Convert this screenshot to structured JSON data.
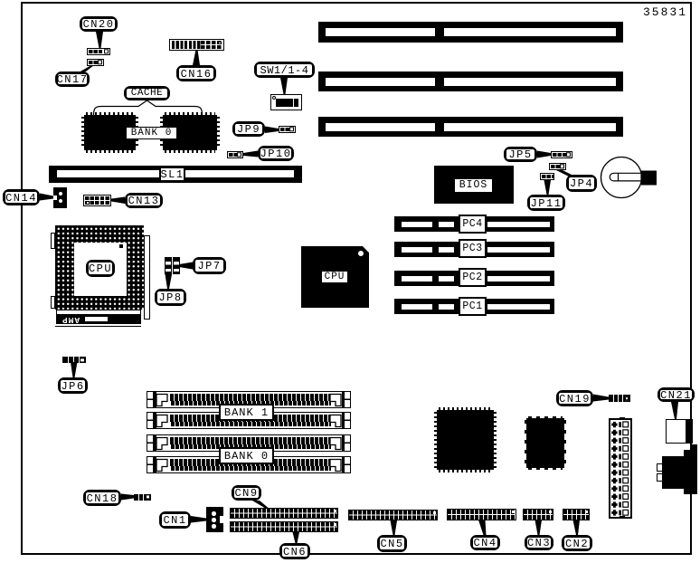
{
  "part_number": "35831",
  "colors": {
    "ink": "#000000",
    "paper": "#ffffff"
  },
  "labels": {
    "cn20": "CN20",
    "cn17": "CN17",
    "cn16": "CN16",
    "sw1": "SW1/1-4",
    "cache": "CACHE",
    "bank0_chips": "BANK 0",
    "jp9": "JP9",
    "jp10": "JP10",
    "sl1": "SL1",
    "cn14": "CN14",
    "cn13": "CN13",
    "cpu_socket": "CPU",
    "jp7": "JP7",
    "jp8": "JP8",
    "cpu_chip": "CPU",
    "bios": "BIOS",
    "jp5": "JP5",
    "jp4": "JP4",
    "jp11": "JP11",
    "pc4": "PC4",
    "pc3": "PC3",
    "pc2": "PC2",
    "pc1": "PC1",
    "jp6": "JP6",
    "bank1": "BANK 1",
    "bank0": "BANK 0",
    "cn19": "CN19",
    "cn21": "CN21",
    "cn18": "CN18",
    "cn9": "CN9",
    "cn1": "CN1",
    "cn6": "CN6",
    "cn5": "CN5",
    "cn4": "CN4",
    "cn3": "CN3",
    "cn2": "CN2",
    "amp": "AMP"
  }
}
